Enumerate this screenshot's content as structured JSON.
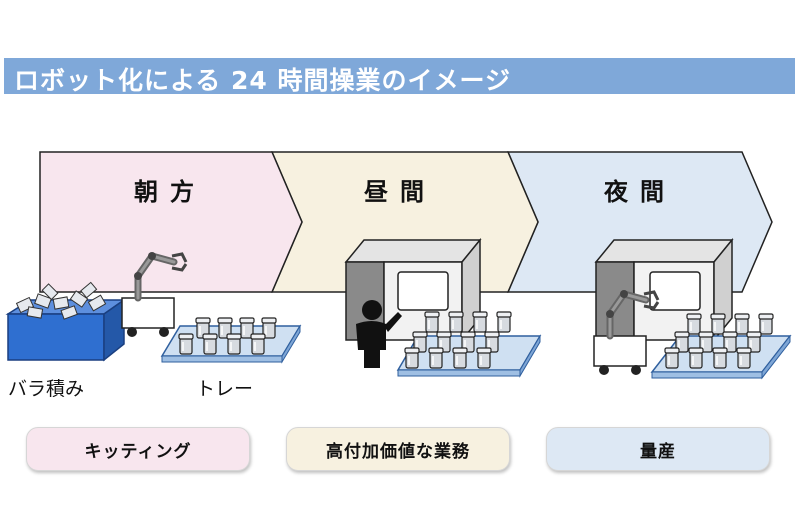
{
  "title": "ロボット化による 24 時間操業のイメージ",
  "phases": [
    {
      "label": "朝方",
      "bg": "#f8e6ee"
    },
    {
      "label": "昼間",
      "bg": "#f7f1e0"
    },
    {
      "label": "夜間",
      "bg": "#dde8f4"
    }
  ],
  "items": {
    "bulk": "バラ積み",
    "tray": "トレー"
  },
  "tasks": [
    {
      "label": "キッティング",
      "bg": "#f8e6ee"
    },
    {
      "label": "高付加価値な業務",
      "bg": "#f7f1e0"
    },
    {
      "label": "量産",
      "bg": "#dde8f4"
    }
  ],
  "colors": {
    "title_bar": "#7fa8d9",
    "tray_blue": "#cfe0f2",
    "bin_blue": "#2f6fd0"
  }
}
